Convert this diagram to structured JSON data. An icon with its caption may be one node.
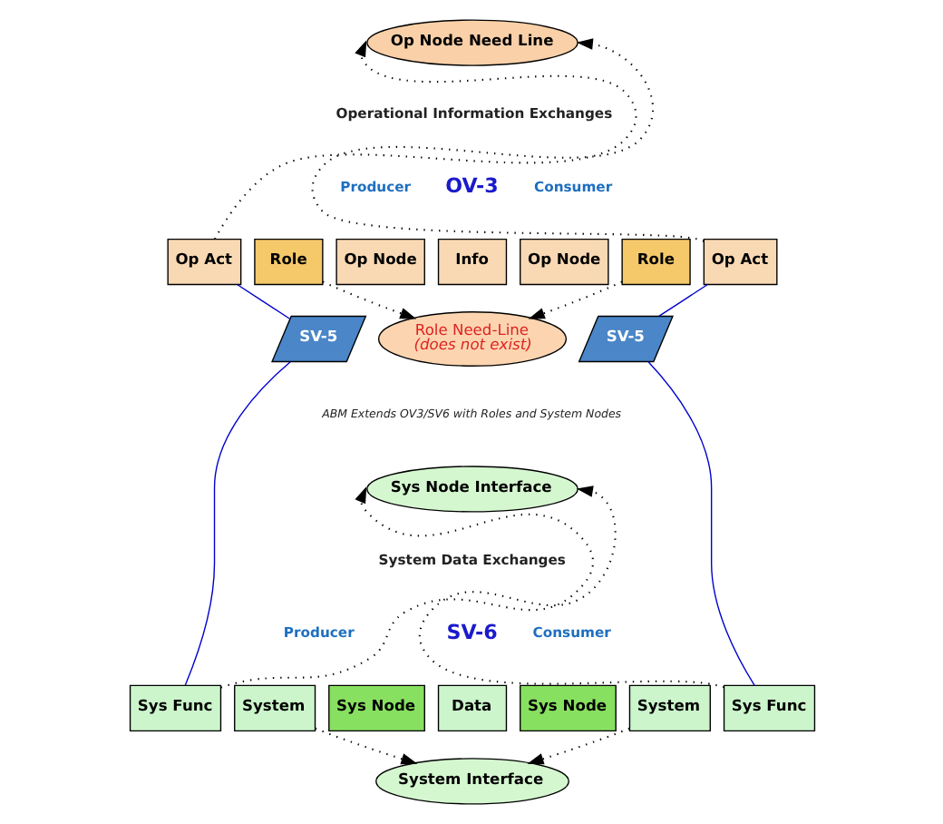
{
  "diagram": {
    "nodes": [
      {
        "text": [
          "Op Node Need Line"
        ]
      },
      {
        "text": [
          "Op Act"
        ]
      },
      {
        "text": [
          "Role"
        ]
      },
      {
        "text": [
          "Op Node"
        ]
      },
      {
        "text": [
          "Info"
        ]
      },
      {
        "text": [
          "Op Node"
        ]
      },
      {
        "text": [
          "Role"
        ]
      },
      {
        "text": [
          "Op Act"
        ]
      },
      {
        "text": [
          "Role Need-Line",
          "(does not exist)"
        ]
      },
      {
        "text": [
          "SV-5"
        ]
      },
      {
        "text": [
          "SV-5"
        ]
      },
      {
        "text": [
          "Sys Node Interface"
        ]
      },
      {
        "text": [
          "Sys Func"
        ]
      },
      {
        "text": [
          "System"
        ]
      },
      {
        "text": [
          "Sys Node"
        ]
      },
      {
        "text": [
          "Data"
        ]
      },
      {
        "text": [
          "Sys Node"
        ]
      },
      {
        "text": [
          "System"
        ]
      },
      {
        "text": [
          "Sys Func"
        ]
      },
      {
        "text": [
          "System Interface"
        ]
      }
    ],
    "edges": [
      {
        "from": 1,
        "to": 0,
        "arrow": "to",
        "style": "dashed"
      },
      {
        "from": 7,
        "to": 0,
        "arrow": "to",
        "style": "dashed"
      },
      {
        "from": 2,
        "to": 8,
        "arrow": "to",
        "style": "dashed"
      },
      {
        "from": 6,
        "to": 8,
        "arrow": "to",
        "style": "dashed"
      },
      {
        "from": 12,
        "to": 11,
        "arrow": "to",
        "style": "dashed"
      },
      {
        "from": 18,
        "to": 11,
        "arrow": "to",
        "style": "dashed"
      },
      {
        "from": 13,
        "to": 19,
        "arrow": "to",
        "style": "dashed"
      },
      {
        "from": 17,
        "to": 19,
        "arrow": "to",
        "style": "dashed"
      },
      {
        "from": 1,
        "to": 9,
        "arrow": "none",
        "color": "#0000cc"
      },
      {
        "from": 9,
        "to": 12,
        "arrow": "none",
        "color": "#0000cc"
      },
      {
        "from": 7,
        "to": 10,
        "arrow": "none",
        "color": "#0000cc"
      },
      {
        "from": 10,
        "to": 18,
        "arrow": "none",
        "color": "#0000cc"
      }
    ],
    "labels": [
      "Operational Information Exchanges",
      "Producer",
      "OV-3",
      "Consumer",
      "ABM Extends OV3/SV6 with Roles and System Nodes",
      "System Data Exchanges",
      "Producer",
      "SV-6",
      "Consumer"
    ]
  }
}
